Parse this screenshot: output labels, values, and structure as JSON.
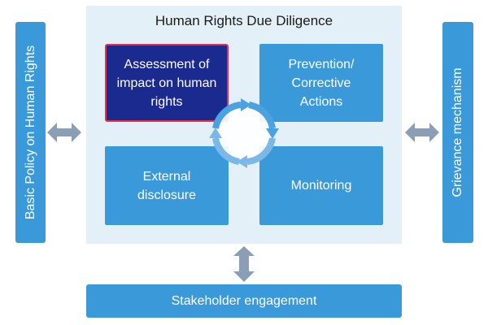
{
  "left_bar": {
    "label": "Basic Policy on Human Rights"
  },
  "right_bar": {
    "label": "Grievance mechanism"
  },
  "due_diligence": {
    "title": "Human Rights Due Diligence",
    "boxes": [
      {
        "lines": [
          "Assessment of",
          "impact on human",
          "rights"
        ]
      },
      {
        "lines": [
          "Prevention/",
          "Corrective",
          "Actions"
        ]
      },
      {
        "lines": [
          "External",
          "disclosure"
        ]
      },
      {
        "lines": [
          "Monitoring"
        ]
      }
    ]
  },
  "bottom_bar": {
    "label": "Stakeholder engagement"
  },
  "colors": {
    "box_blue": "#3a9ad9",
    "highlight_navy": "#1b2a8e",
    "highlight_border": "#e8304a",
    "panel_bg": "#e4f0f8",
    "arrow_gray": "#8a9fb5",
    "cycle_arrow": "#4aa3e0"
  },
  "icons": [
    "double-arrow-left-icon",
    "double-arrow-right-icon",
    "double-arrow-vertical-icon",
    "cycle-arrows-icon"
  ]
}
